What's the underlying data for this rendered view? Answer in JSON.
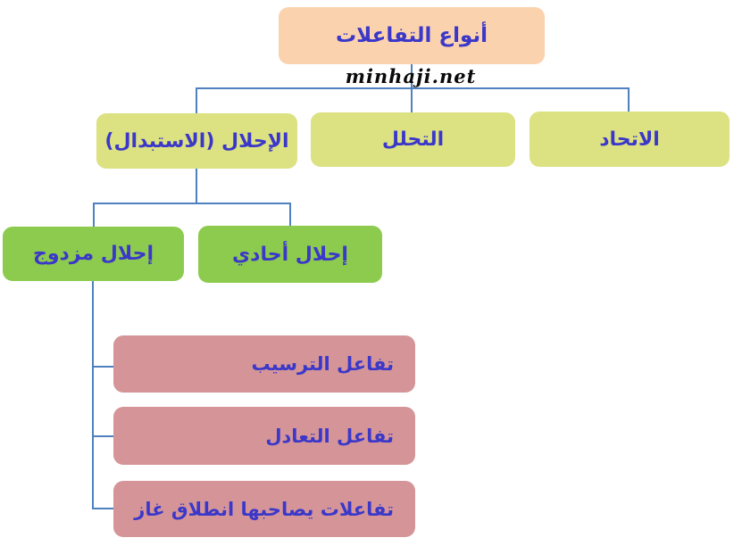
{
  "diagram_title": "أنواع التفاعلات",
  "watermark": "minhaji.net",
  "nodes": {
    "root": {
      "label": "أنواع التفاعلات"
    },
    "level2": [
      {
        "label": "الإحلال (الاستبدال)"
      },
      {
        "label": "التحلل"
      },
      {
        "label": "الاتحاد"
      }
    ],
    "level3": [
      {
        "label": "إحلال مزدوج"
      },
      {
        "label": "إحلال أحادي"
      }
    ],
    "level4": [
      {
        "label": "تفاعل الترسيب"
      },
      {
        "label": "تفاعل التعادل"
      },
      {
        "label": "تفاعلات يصاحبها انطلاق غاز"
      }
    ]
  },
  "colors": {
    "root_bg": "#FBD2AE",
    "level2_bg": "#DCE181",
    "level3_bg": "#8CCB4D",
    "level4_bg": "#D59598",
    "line": "#4E81BD",
    "text": "#3B38C9",
    "watermark": "#0A0A0A",
    "canvas_bg": "#FFFFFF"
  }
}
